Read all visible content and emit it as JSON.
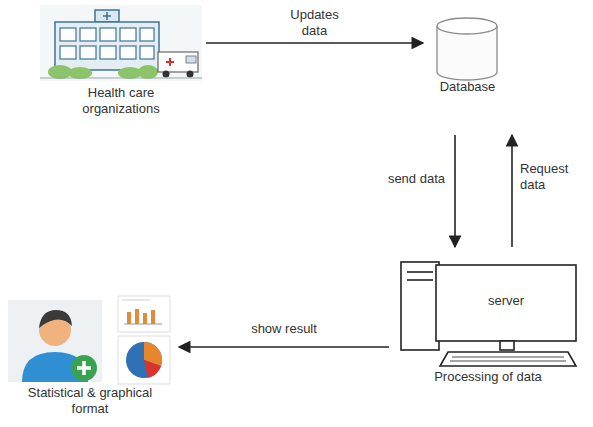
{
  "diagram": {
    "nodes": [
      {
        "text": [
          "Health care organizations"
        ]
      },
      {
        "text": [
          "Database"
        ]
      },
      {
        "text": [
          "server",
          "Processing of data"
        ]
      },
      {
        "text": [
          "Statistical & graphical format"
        ]
      }
    ],
    "edges": [
      {
        "from": 0,
        "to": 1,
        "arrow": "to",
        "label": "Updates data"
      },
      {
        "from": 1,
        "to": 2,
        "arrow": "to",
        "label": "send data"
      },
      {
        "from": 2,
        "to": 1,
        "arrow": "to",
        "label": "Request data"
      },
      {
        "from": 2,
        "to": 3,
        "arrow": "to",
        "label": "show result"
      }
    ]
  }
}
